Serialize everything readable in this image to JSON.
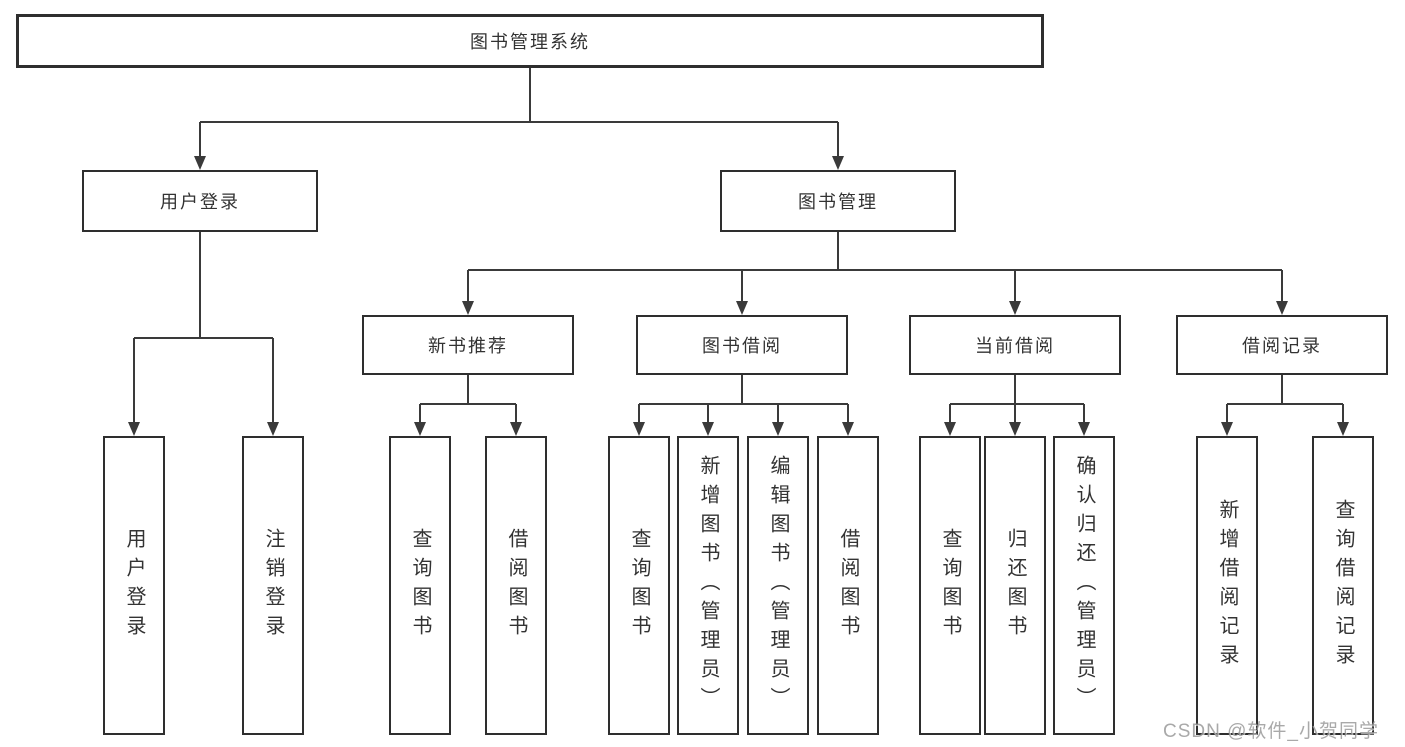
{
  "nodes": {
    "root": "图书管理系统",
    "login": "用户登录",
    "mgmt": "图书管理",
    "l3": [
      "新书推荐",
      "图书借阅",
      "当前借阅",
      "借阅记录"
    ],
    "leaves": {
      "login": [
        "用户登录",
        "注销登录"
      ],
      "recommend": [
        "查询图书",
        "借阅图书"
      ],
      "borrow": [
        "查询图书",
        "新增图书（管理员）",
        "编辑图书（管理员）",
        "借阅图书"
      ],
      "current": [
        "查询图书",
        "归还图书",
        "确认归还（管理员）"
      ],
      "records": [
        "新增借阅记录",
        "查询借阅记录"
      ]
    }
  },
  "watermark": "CSDN @软件_小贺同学",
  "colors": {
    "line": "#3a3a3a",
    "box_border": "#2e2e2e",
    "box_fill": "#ffffff",
    "text": "#333333",
    "watermark": "#969696"
  }
}
